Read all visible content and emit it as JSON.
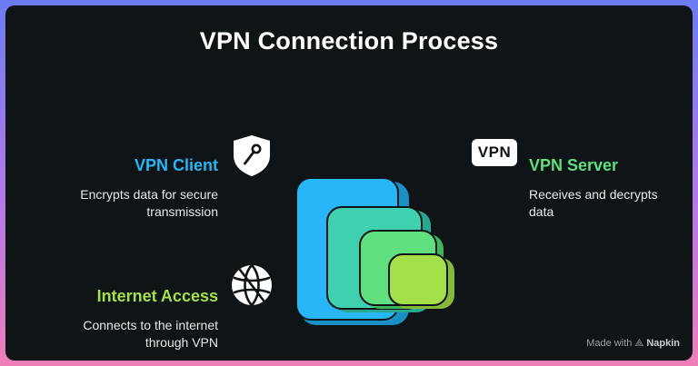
{
  "title": "VPN Connection Process",
  "nodes": {
    "client": {
      "title": "VPN Client",
      "description": [
        "Encrypts data for secure",
        "transmission"
      ],
      "color": "#29b6f6",
      "icon": "shield-key-icon"
    },
    "server": {
      "title": "VPN Server",
      "description": [
        "Receives and decrypts",
        "data"
      ],
      "color": "#5fdf7d",
      "icon": "vpn-badge-icon",
      "badge_text": "VPN"
    },
    "internet": {
      "title": "Internet Access",
      "description": [
        "Connects to the internet",
        "through VPN"
      ],
      "color": "#a5e04a",
      "icon": "globe-icon"
    }
  },
  "layers": [
    {
      "name": "client-layer",
      "color": "#29b6f6"
    },
    {
      "name": "tunnel-layer",
      "color": "#3fd0b0"
    },
    {
      "name": "server-layer",
      "color": "#5fdf7d"
    },
    {
      "name": "internet-layer",
      "color": "#a5e04a"
    }
  ],
  "watermark": {
    "prefix": "Made with",
    "brand": "Napkin"
  }
}
